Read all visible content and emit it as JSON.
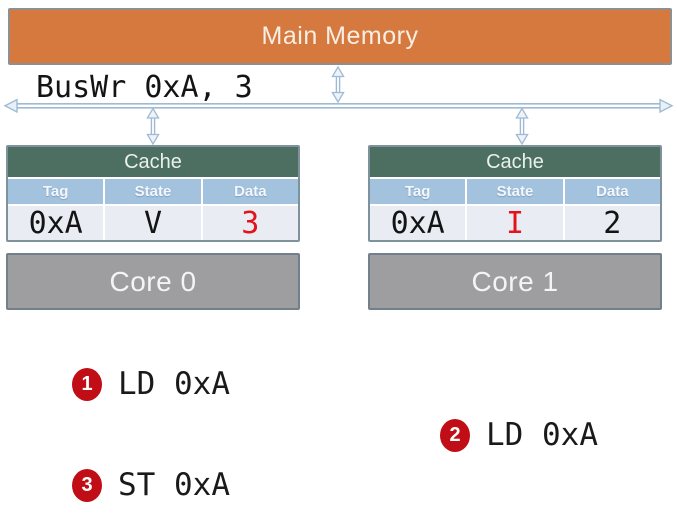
{
  "memory": {
    "label": "Main Memory"
  },
  "bus": {
    "label": "BusWr 0xA, 3"
  },
  "caches": [
    {
      "title": "Cache",
      "columns": [
        "Tag",
        "State",
        "Data"
      ],
      "row": {
        "tag": "0xA",
        "state": "V",
        "data": "3"
      },
      "highlighted_cell": "data"
    },
    {
      "title": "Cache",
      "columns": [
        "Tag",
        "State",
        "Data"
      ],
      "row": {
        "tag": "0xA",
        "state": "I",
        "data": "2"
      },
      "highlighted_cell": "state"
    }
  ],
  "cores": [
    {
      "label": "Core 0"
    },
    {
      "label": "Core 1"
    }
  ],
  "steps": [
    {
      "number": "1",
      "label": "LD 0xA"
    },
    {
      "number": "2",
      "label": "LD 0xA"
    },
    {
      "number": "3",
      "label": "ST 0xA"
    }
  ],
  "icons": {
    "bus": "horizontal-double-headed-arrow",
    "links": "vertical-double-headed-arrow"
  },
  "colors": {
    "memory_fill": "#D6793F",
    "cache_header_fill": "#4C6F62",
    "table_header_fill": "#A3C2DE",
    "table_row_fill": "#E9EDF3",
    "core_fill": "#9E9EA0",
    "bus_arrow_stroke": "#9FBBD4",
    "highlight_red": "#E3131B",
    "step_badge_red": "#C00D16"
  }
}
